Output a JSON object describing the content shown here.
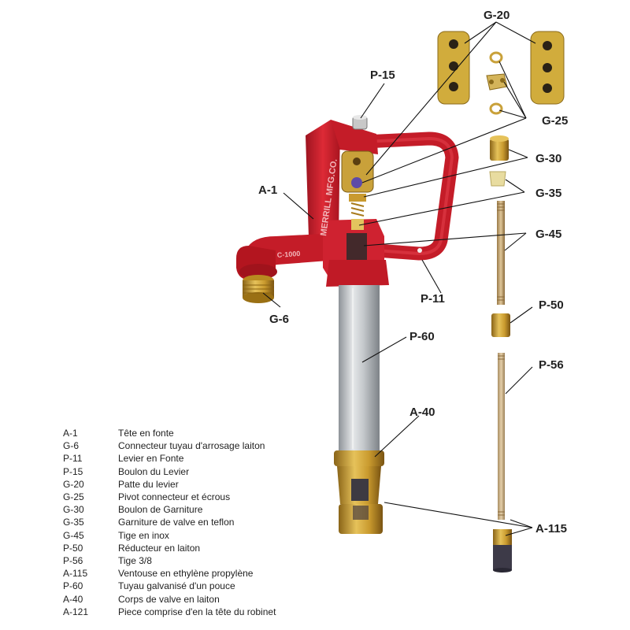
{
  "callouts": {
    "g20": "G-20",
    "p15": "P-15",
    "g25": "G-25",
    "g30": "G-30",
    "a1": "A-1",
    "g35": "G-35",
    "g45": "G-45",
    "p11": "P-11",
    "p50": "P-50",
    "g6": "G-6",
    "p60": "P-60",
    "p56": "P-56",
    "a40": "A-40",
    "a115": "A-115"
  },
  "casting": {
    "brand": "MERRILL MFG.CO.",
    "model": "C-1000"
  },
  "legend": [
    {
      "code": "A-1",
      "desc": "Tête en fonte"
    },
    {
      "code": "G-6",
      "desc": "Connecteur tuyau d'arrosage laiton"
    },
    {
      "code": "P-11",
      "desc": "Levier en Fonte"
    },
    {
      "code": "P-15",
      "desc": "Boulon du Levier"
    },
    {
      "code": "G-20",
      "desc": "Patte du levier"
    },
    {
      "code": "G-25",
      "desc": "Pivot connecteur et écrous"
    },
    {
      "code": "G-30",
      "desc": "Boulon de Garniture"
    },
    {
      "code": "G-35",
      "desc": "Garniture de valve en teflon"
    },
    {
      "code": "G-45",
      "desc": "Tige en inox"
    },
    {
      "code": "P-50",
      "desc": "Réducteur en laiton"
    },
    {
      "code": "P-56",
      "desc": "Tige 3/8"
    },
    {
      "code": "A-115",
      "desc": "Ventouse en ethylène propylène"
    },
    {
      "code": "P-60",
      "desc": "Tuyau galvanisé d'un pouce"
    },
    {
      "code": "A-40",
      "desc": "Corps de valve en laiton"
    },
    {
      "code": "A-121",
      "desc": "Piece comprise d'en la tête du robinet"
    }
  ],
  "colors": {
    "cast_iron_red": "#cc1f2b",
    "brass": "#c9a13a",
    "galvanized": "#c8ccd0",
    "stainless": "#c4a878"
  }
}
